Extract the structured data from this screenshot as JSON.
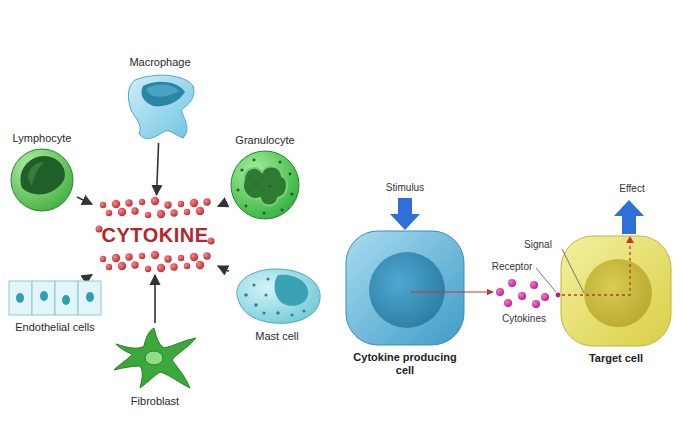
{
  "diagram": {
    "nodes": [
      {
        "text": [
          "Macrophage"
        ]
      },
      {
        "text": [
          "Lymphocyte"
        ]
      },
      {
        "text": [
          "Granulocyte"
        ]
      },
      {
        "text": [
          "CYTOKINE"
        ]
      },
      {
        "text": [
          "Endothelial cells"
        ]
      },
      {
        "text": [
          "Mast cell"
        ]
      },
      {
        "text": [
          "Fibroblast"
        ]
      },
      {
        "text": [
          "Cytokine producing cell"
        ]
      },
      {
        "text": [
          "Target cell"
        ]
      }
    ],
    "edges": [
      {
        "from": 0,
        "to": 3,
        "arrow": "to"
      },
      {
        "from": 1,
        "to": 3,
        "arrow": "to"
      },
      {
        "from": 2,
        "to": 3,
        "arrow": "to"
      },
      {
        "from": 4,
        "to": 3,
        "arrow": "to"
      },
      {
        "from": 5,
        "to": 3,
        "arrow": "to"
      },
      {
        "from": 6,
        "to": 3,
        "arrow": "to"
      }
    ],
    "labels": [
      "Stimulus",
      "Effect",
      "Signal",
      "Receptor",
      "Cytokines"
    ]
  }
}
